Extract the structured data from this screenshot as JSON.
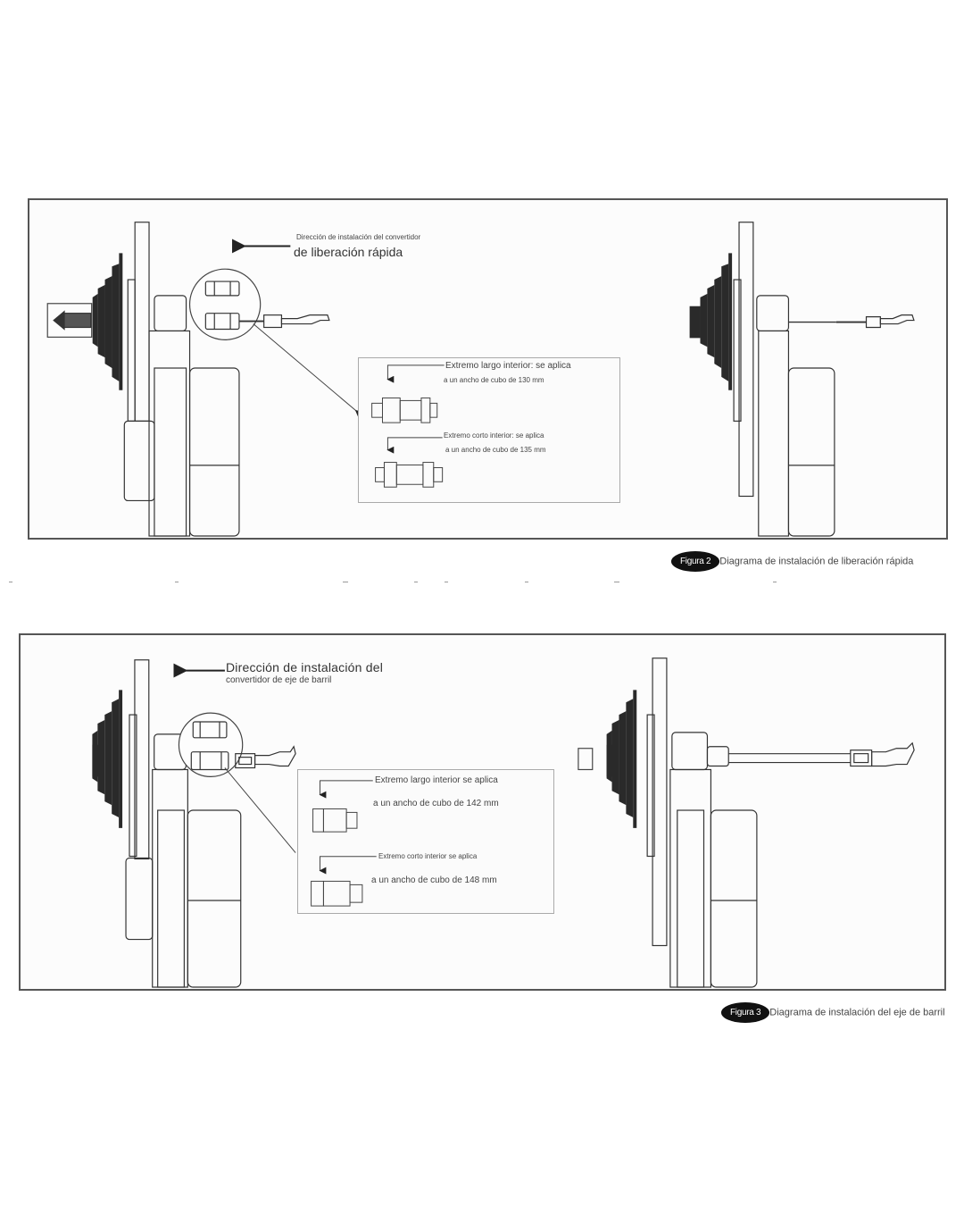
{
  "figure2": {
    "direction_line1": "Dirección de instalación del convertidor",
    "direction_line2": "de liberación rápida",
    "long_end_line1": "Extremo largo interior: se aplica",
    "long_end_line2": "a un ancho de cubo de 130 mm",
    "short_end_line1": "Extremo corto interior: se aplica",
    "short_end_line2": "a un ancho de cubo de 135 mm",
    "badge": "Figura 2",
    "caption": "Diagrama de instalación de liberación rápida"
  },
  "figure3": {
    "direction_line1": "Dirección de instalación del",
    "direction_line2": "convertidor de eje de barril",
    "long_end_line1": "Extremo largo interior se aplica",
    "long_end_line2": "a un ancho de cubo de 142 mm",
    "short_end_line1": "Extremo corto interior se aplica",
    "short_end_line2": "a un ancho de cubo de 148 mm",
    "badge": "Figura 3",
    "caption": "Diagrama de instalación del eje de barril"
  }
}
